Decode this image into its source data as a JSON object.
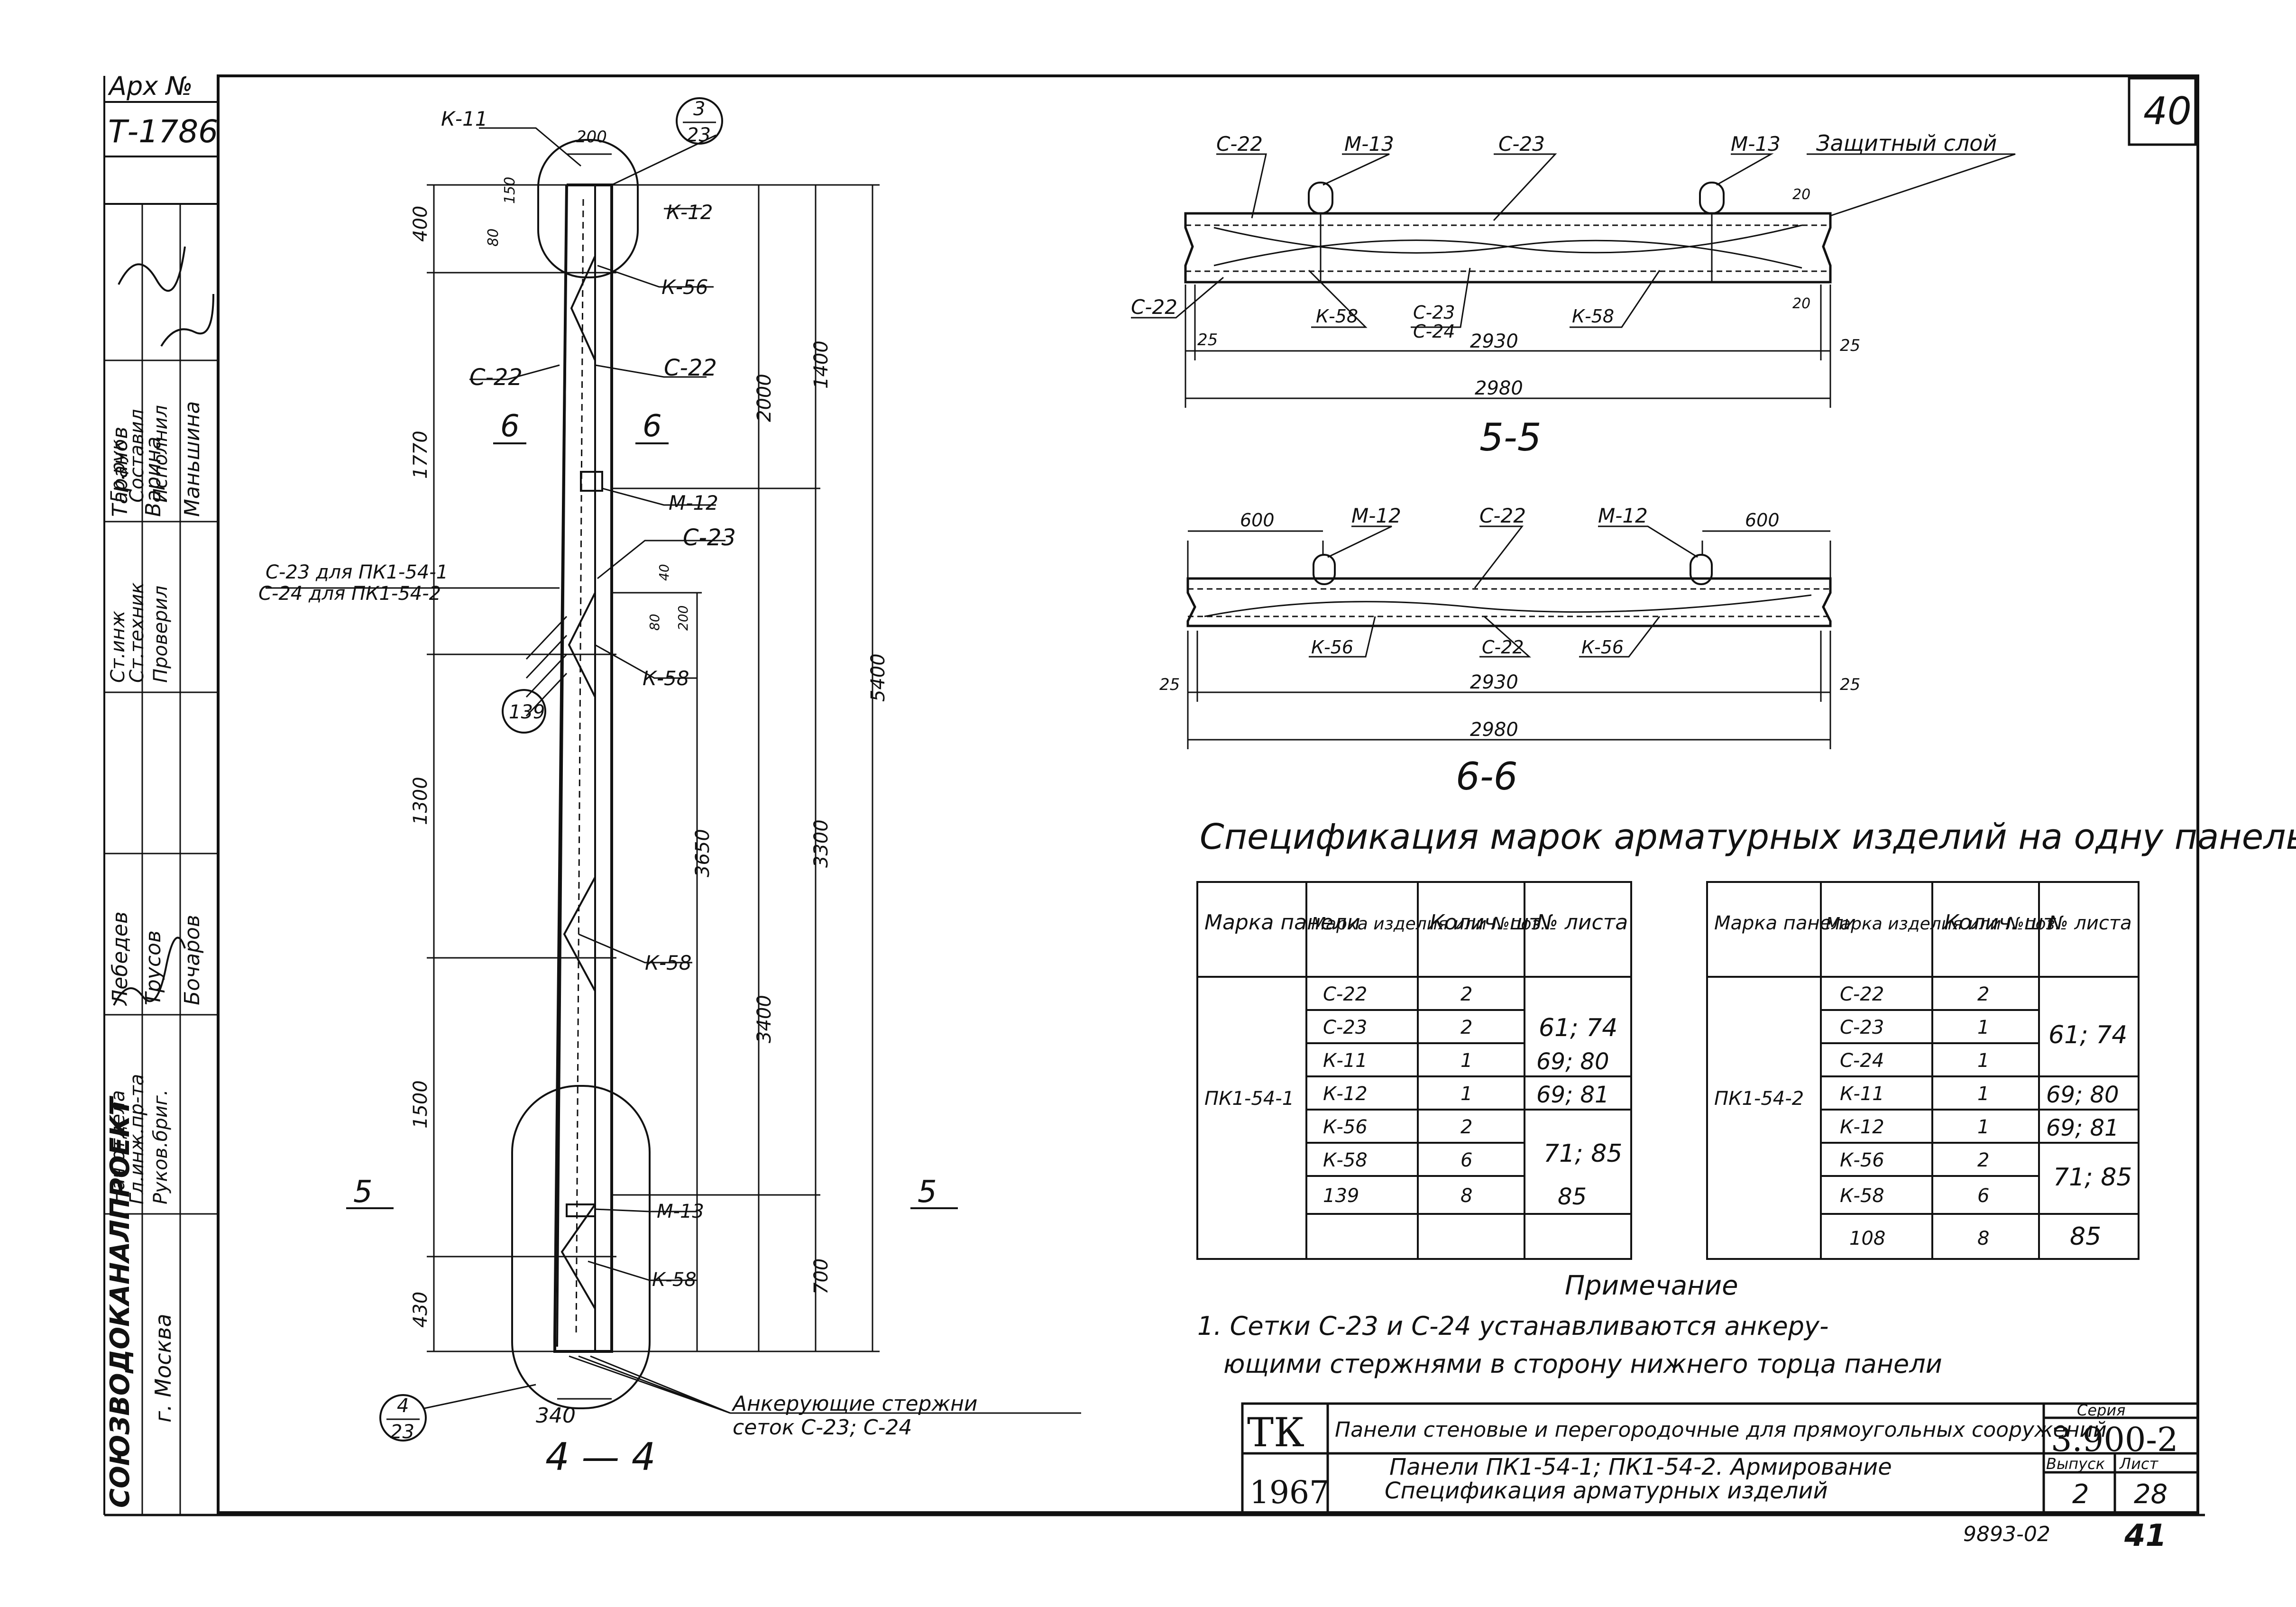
{
  "archive": {
    "label": "Арх №",
    "number": "Т-1786"
  },
  "sheet_number_top": "40",
  "stamp_left": {
    "org": "СОЮЗВОДОКАНАЛПРОЕКТ",
    "city": "г. Москва",
    "roles": [
      "Нач отдела",
      "Гл.инж.пр-та",
      "Руков.бриг.",
      "Ст.инж",
      "Ст.техник",
      "Проверил",
      "Гр.рук",
      "Составил",
      "Исполнил"
    ],
    "names": [
      "Лебедев",
      "Трусов",
      "Бочаров",
      "Таранов",
      "Варина",
      "Маньшина"
    ]
  },
  "section_44": {
    "title": "4 — 4",
    "bubble_top": {
      "num": "3",
      "den": "23"
    },
    "bubble_bottom": {
      "num": "4",
      "den": "23"
    },
    "bubble_139": "139",
    "labels": {
      "k11": "К-11",
      "k12": "К-12",
      "k56": "К-56",
      "c22_left": "С-22",
      "c22_right": "С-22",
      "m12": "М-12",
      "c23": "С-23",
      "k58_a": "К-58",
      "k58_b": "К-58",
      "m13": "М-13",
      "k58_c": "К-58",
      "c23_note": "С-23 для ПК1-54-1",
      "c24_note": "С-24 для ПК1-54-2",
      "anchor_1": "Анкерующие стержни",
      "anchor_2": "сеток С-23; С-24"
    },
    "cut_marks": {
      "six_l": "6",
      "six_r": "6",
      "five_l": "5",
      "five_r": "5"
    },
    "dims": {
      "top_w": "200",
      "bot_w": "340",
      "d150": "150",
      "d80": "80",
      "d400": "400",
      "d1770": "1770",
      "d1300": "1300",
      "d1500": "1500",
      "d430": "430",
      "d2000": "2000",
      "d1400": "1400",
      "d3650": "3650",
      "d3400": "3400",
      "d3300": "3300",
      "d5400": "5400",
      "d700": "700",
      "d40": "40",
      "d80b": "80",
      "d200": "200"
    }
  },
  "section_55": {
    "title": "5-5",
    "labels": {
      "c22a": "С-22",
      "m13a": "М-13",
      "c23": "С-23",
      "m13b": "М-13",
      "protect": "Защитный слой",
      "c22b": "С-22",
      "k58a": "К-58",
      "c23b": "С-23",
      "c24": "С-24",
      "k58b": "К-58"
    },
    "dims": {
      "d20a": "20",
      "d20b": "20",
      "d25a": "25",
      "d25b": "25",
      "d2930": "2930",
      "d2980": "2980"
    }
  },
  "section_66": {
    "title": "6-6",
    "labels": {
      "m12a": "М-12",
      "c22": "С-22",
      "m12b": "М-12",
      "k56a": "К-56",
      "c22b": "С-22",
      "k56b": "К-56"
    },
    "dims": {
      "d600a": "600",
      "d600b": "600",
      "d25a": "25",
      "d25b": "25",
      "d2930": "2930",
      "d2980": "2980"
    }
  },
  "spec": {
    "title": "Спецификация марок арматурных изделий на одну панель.",
    "headers": [
      "Марка панели",
      "Марка изделия или №поз.",
      "Колич. шт",
      "№ листа"
    ],
    "table1": {
      "panel": "ПК1-54-1",
      "rows": [
        [
          "С-22",
          "2"
        ],
        [
          "С-23",
          "2"
        ],
        [
          "К-11",
          "1"
        ],
        [
          "К-12",
          "1"
        ],
        [
          "К-56",
          "2"
        ],
        [
          "К-58",
          "6"
        ],
        [
          "139",
          "8"
        ]
      ],
      "sheets": [
        "61; 74",
        "69; 80",
        "69; 81",
        "71; 85",
        "85"
      ]
    },
    "table2": {
      "panel": "ПК1-54-2",
      "rows": [
        [
          "С-22",
          "2"
        ],
        [
          "С-23",
          "1"
        ],
        [
          "С-24",
          "1"
        ],
        [
          "К-11",
          "1"
        ],
        [
          "К-12",
          "1"
        ],
        [
          "К-56",
          "2"
        ],
        [
          "К-58",
          "6"
        ],
        [
          "108",
          "8"
        ]
      ],
      "sheets": [
        "61; 74",
        "69; 80",
        "69; 81",
        "71; 85",
        "85"
      ]
    }
  },
  "note": {
    "title": "Примечание",
    "line1": "1. Сетки С-23 и С-24   устанавливаются анкеру-",
    "line2": "ющими стержнями в сторону нижнего торца панели"
  },
  "titleblock": {
    "tk": "ТК",
    "year": "1967",
    "description": "Панели стеновые и перегородочные для прямоугольных сооружений",
    "sheet_title_1": "Панели ПК1-54-1; ПК1-54-2. Армирование",
    "sheet_title_2": "Спецификация арматурных изделий",
    "series_label": "Серия",
    "series": "3.900-2",
    "issue_label": "Выпуск",
    "issue": "2",
    "sheet_label": "Лист",
    "sheet": "28",
    "doc_code": "9893-02",
    "page_no": "41"
  }
}
